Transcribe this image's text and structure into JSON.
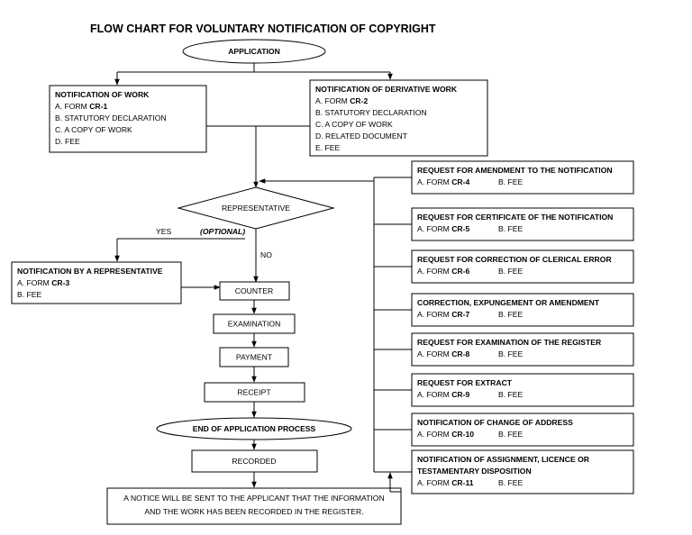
{
  "title": "FLOW CHART FOR VOLUNTARY NOTIFICATION OF COPYRIGHT",
  "start": "APPLICATION",
  "notification_of_work": {
    "title": "NOTIFICATION OF WORK",
    "items": [
      {
        "pre": "A. FORM ",
        "bold": "CR-1"
      },
      {
        "pre": "B. STATUTORY DECLARATION",
        "bold": ""
      },
      {
        "pre": "C.  A COPY OF WORK",
        "bold": ""
      },
      {
        "pre": "D. FEE",
        "bold": ""
      }
    ]
  },
  "notification_of_derivative": {
    "title": "NOTIFICATION OF DERIVATIVE WORK",
    "items": [
      {
        "pre": "A. FORM ",
        "bold": "CR-2"
      },
      {
        "pre": "B. STATUTORY DECLARATION",
        "bold": ""
      },
      {
        "pre": "C. A COPY OF WORK",
        "bold": ""
      },
      {
        "pre": "D. RELATED DOCUMENT",
        "bold": ""
      },
      {
        "pre": "E. FEE",
        "bold": ""
      }
    ]
  },
  "decision": {
    "label": "REPRESENTATIVE",
    "optional": "(OPTIONAL)",
    "yes": "YES",
    "no": "NO"
  },
  "representative_box": {
    "title": "NOTIFICATION BY A REPRESENTATIVE",
    "items": [
      {
        "pre": "A. FORM ",
        "bold": "CR-3"
      },
      {
        "pre": "B. FEE",
        "bold": ""
      }
    ]
  },
  "steps": [
    "COUNTER",
    "EXAMINATION",
    "PAYMENT",
    "RECEIPT"
  ],
  "end": "END OF APPLICATION PROCESS",
  "recorded": "RECORDED",
  "notice": [
    "A NOTICE WILL BE SENT TO THE APPLICANT THAT THE INFORMATION",
    "AND THE WORK HAS BEEN RECORDED IN THE REGISTER."
  ],
  "requests": [
    {
      "title": [
        "REQUEST FOR AMENDMENT TO THE NOTIFICATION"
      ],
      "form": "CR-4",
      "fee": "B. FEE"
    },
    {
      "title": [
        "REQUEST FOR CERTIFICATE OF THE NOTIFICATION"
      ],
      "form": "CR-5",
      "fee": "B. FEE"
    },
    {
      "title": [
        "REQUEST FOR CORRECTION OF CLERICAL ERROR"
      ],
      "form": "CR-6",
      "fee": "B. FEE"
    },
    {
      "title": [
        "CORRECTION, EXPUNGEMENT OR AMENDMENT"
      ],
      "form": "CR-7",
      "fee": "B. FEE"
    },
    {
      "title": [
        "REQUEST FOR EXAMINATION OF THE REGISTER"
      ],
      "form": "CR-8",
      "fee": "B. FEE"
    },
    {
      "title": [
        "REQUEST FOR EXTRACT"
      ],
      "form": "CR-9",
      "fee": "B. FEE"
    },
    {
      "title": [
        "NOTIFICATION OF CHANGE OF ADDRESS"
      ],
      "form": "CR-10",
      "fee": "B. FEE"
    },
    {
      "title": [
        "NOTIFICATION OF ASSIGNMENT, LICENCE OR",
        "TESTAMENTARY DISPOSITION"
      ],
      "form": "CR-11",
      "fee": "B. FEE"
    }
  ],
  "form_prefix": "A. FORM "
}
